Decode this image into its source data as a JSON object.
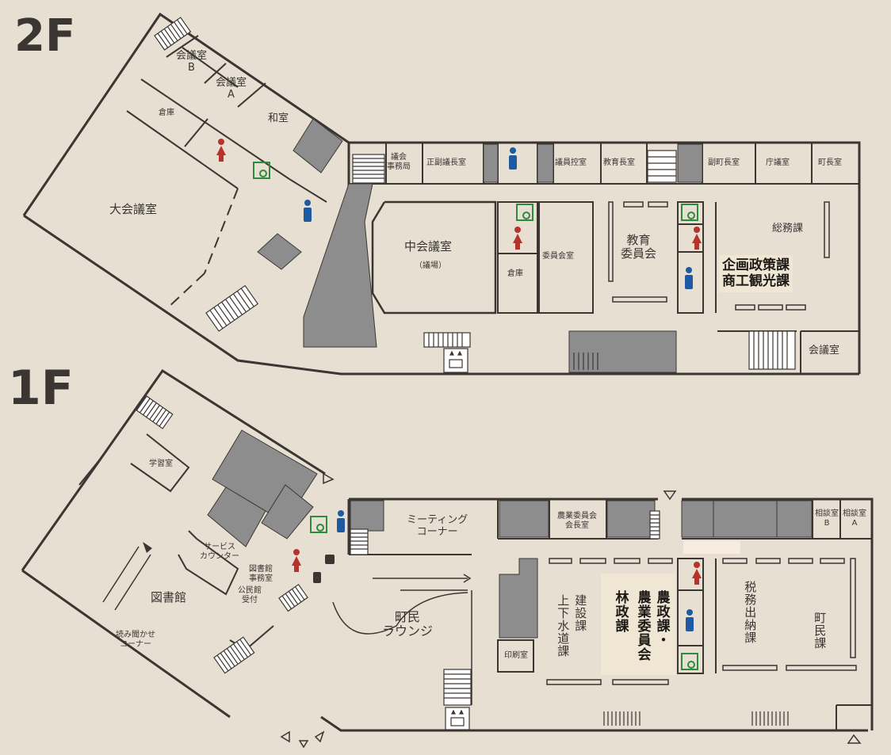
{
  "floors": {
    "second": {
      "label": "2F",
      "rooms": {
        "kaigishitsu_b": "会議室\nB",
        "kaigishitsu_a": "会議室\nA",
        "washitsu": "和室",
        "souko_left": "倉庫",
        "daikaigishitsu": "大会議室",
        "gikai_jimukyoku": "議会\n事務局",
        "seifuku_gichoushitsu": "正副議長室",
        "giin_hikaeshitsu": "議員控室",
        "kyouikuchoushitsu": "教育長室",
        "fukuchouchoushitsu": "副町長室",
        "chougishitsu": "庁議室",
        "chouchoushitsu": "町長室",
        "chuukaigishitsu": "中会議室",
        "gijou": "（議場）",
        "souko_center": "倉庫",
        "iinkaishitsu": "委員会室",
        "kyouiku_iinkai": "教育\n委員会",
        "soumuka": "総務課",
        "kikaku": "企画政策課\n商工観光課",
        "kaigishitsu_right": "会議室"
      }
    },
    "first": {
      "label": "1F",
      "rooms": {
        "gakushuushitsu": "学習室",
        "service_counter": "サービス\nカウンター",
        "toshokan_jimushitsu": "図書館\n事務室",
        "kouminkan_uketsuke": "公民館\n受付",
        "toshokan": "図書館",
        "yomikikase": "読み聞かせ\nコーナー",
        "meeting_corner": "ミーティング\nコーナー",
        "nougyou_iinkai_kaichoushitsu": "農業委員会\n会長室",
        "soudan_b": "相談室\nB",
        "soudan_a": "相談室\nA",
        "chomin_lounge": "町民\nラウンジ",
        "insatsushitsu": "印刷室",
        "kensetsu": "建設課",
        "jougesuidou": "上下水道課",
        "nousei": "農政課・",
        "nougyou_iinkai": "農業委員会",
        "ringyou": "林政課",
        "zeimu": "税務出納課",
        "choumin": "町民課"
      }
    }
  },
  "colors": {
    "background": "#e6dfd2",
    "wall": "#3b3632",
    "core": "#8d8d8d",
    "highlight": "#efe6d4",
    "restroom_female": "#b8322c",
    "restroom_male": "#1e5aa0",
    "accessible": "#2e8b3e"
  },
  "icons": [
    "restroom-female-icon",
    "restroom-male-icon",
    "accessible-restroom-icon",
    "elevator-icon",
    "stairs-icon",
    "entrance-triangle-icon"
  ]
}
